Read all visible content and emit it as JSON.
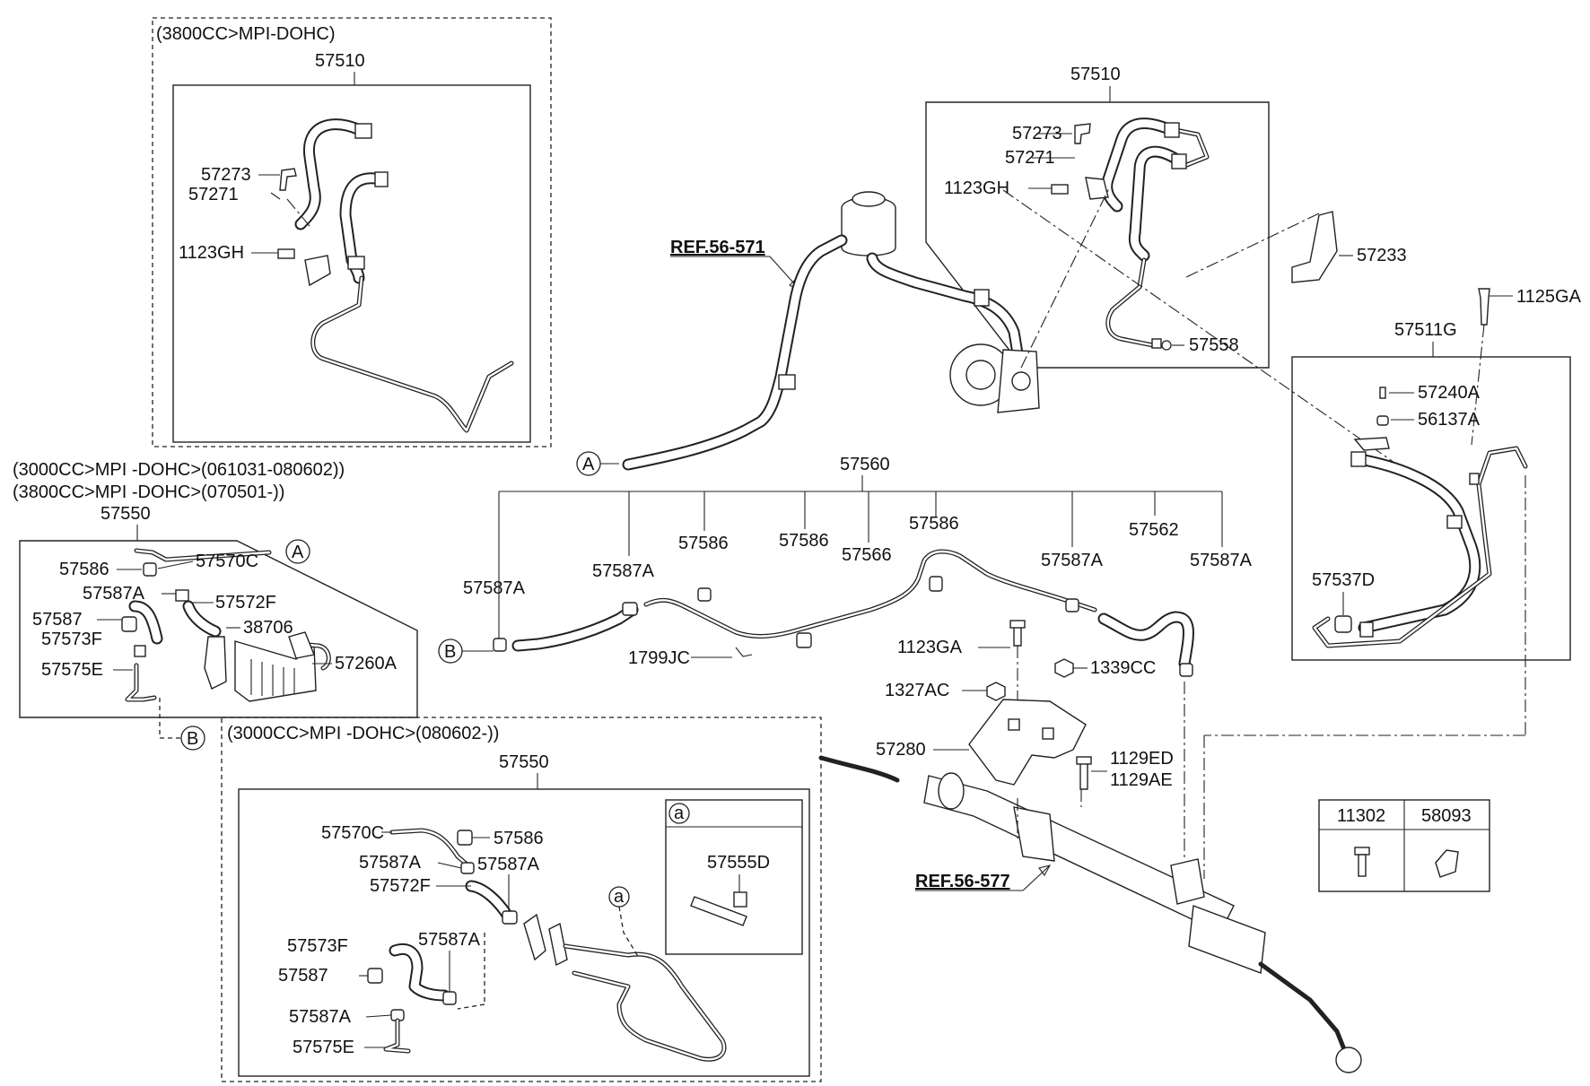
{
  "diagram": {
    "variants": {
      "v3800_top": "(3800CC>MPI-DOHC)",
      "v3000_early": "(3000CC>MPI -DOHC>(061031-080602))",
      "v3800_late": "(3800CC>MPI -DOHC>(070501-))",
      "v3000_late": "(3000CC>MPI -DOHC>(080602-))"
    },
    "refs": {
      "ref_571": "REF.56-571",
      "ref_577": "REF.56-577"
    },
    "markers": {
      "a": "A",
      "b": "B",
      "detail_a": "a"
    },
    "labels": {
      "p57510_left": "57510",
      "p57273_left": "57273",
      "p57271_left": "57271",
      "p1123gh_left": "1123GH",
      "p57510_right": "57510",
      "p57273_right": "57273",
      "p57271_right": "57271",
      "p1123gh_right": "1123GH",
      "p57233": "57233",
      "p57558": "57558",
      "p1125ga": "1125GA",
      "p57511g": "57511G",
      "p57240a": "57240A",
      "p56137a": "56137A",
      "p57537d": "57537D",
      "p57550_left": "57550",
      "p57586_left": "57586",
      "p57570c_left": "57570C",
      "p57587a_left": "57587A",
      "p57572f_left": "57572F",
      "p57587_left": "57587",
      "p38706": "38706",
      "p57573f_left": "57573F",
      "p57260a": "57260A",
      "p57575e_left": "57575E",
      "p57560": "57560",
      "p57587a_1": "57587A",
      "p57587a_2": "57587A",
      "p57586_1": "57586",
      "p57586_2": "57586",
      "p57566": "57566",
      "p57586_3": "57586",
      "p57587a_3": "57587A",
      "p57562": "57562",
      "p57587a_4": "57587A",
      "p1799jc": "1799JC",
      "p1123ga": "1123GA",
      "p1339cc": "1339CC",
      "p1327ac": "1327AC",
      "p57280": "57280",
      "p1129ed": "1129ED",
      "p1129ae": "1129AE",
      "p57550_bottom": "57550",
      "p57570c_b": "57570C",
      "p57586_b": "57586",
      "p57587a_b1": "57587A",
      "p57587a_b2": "57587A",
      "p57572f_b": "57572F",
      "p57573f_b": "57573F",
      "p57587a_b3": "57587A",
      "p57587_b": "57587",
      "p57587a_b4": "57587A",
      "p57575e_b": "57575E",
      "p57555d": "57555D"
    },
    "legend_table": {
      "col1": "11302",
      "col2": "58093"
    }
  }
}
